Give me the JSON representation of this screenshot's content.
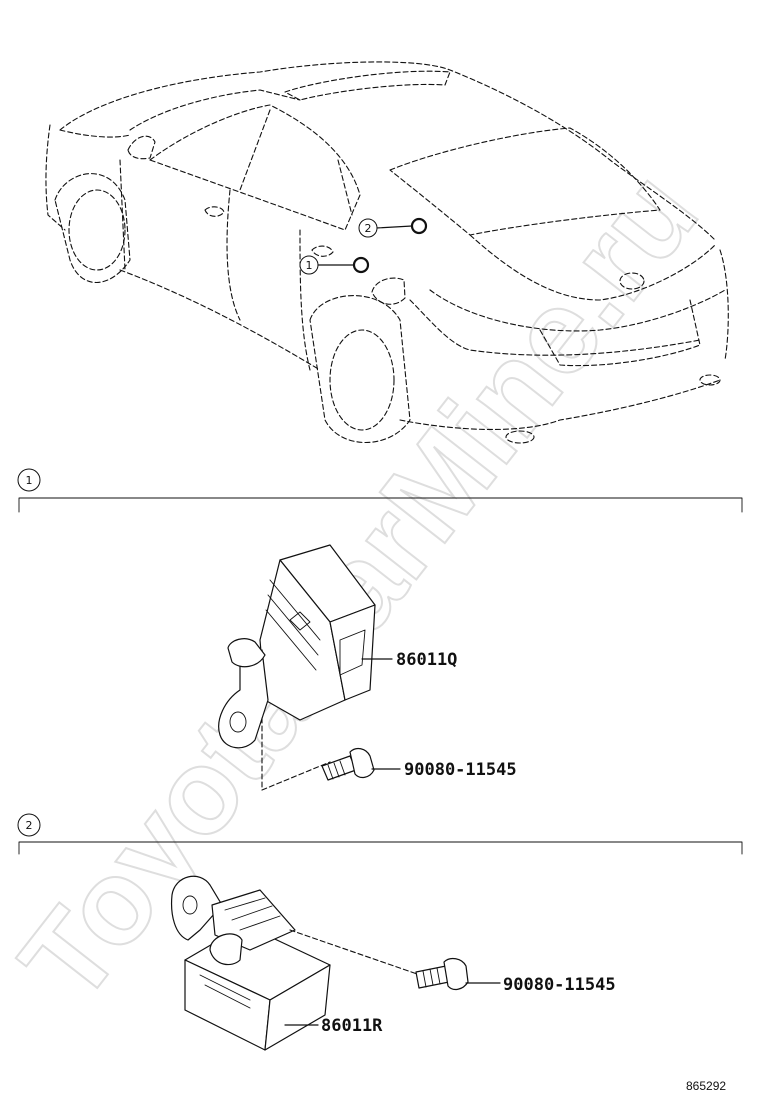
{
  "watermark": "ToyotaCarMine.ru",
  "callouts": {
    "one": "1",
    "two": "2"
  },
  "sections": [
    {
      "number": "1",
      "parts": [
        "86011Q",
        "90080-11545"
      ]
    },
    {
      "number": "2",
      "parts": [
        "86011R",
        "90080-11545"
      ]
    }
  ],
  "reference_number": "865292"
}
